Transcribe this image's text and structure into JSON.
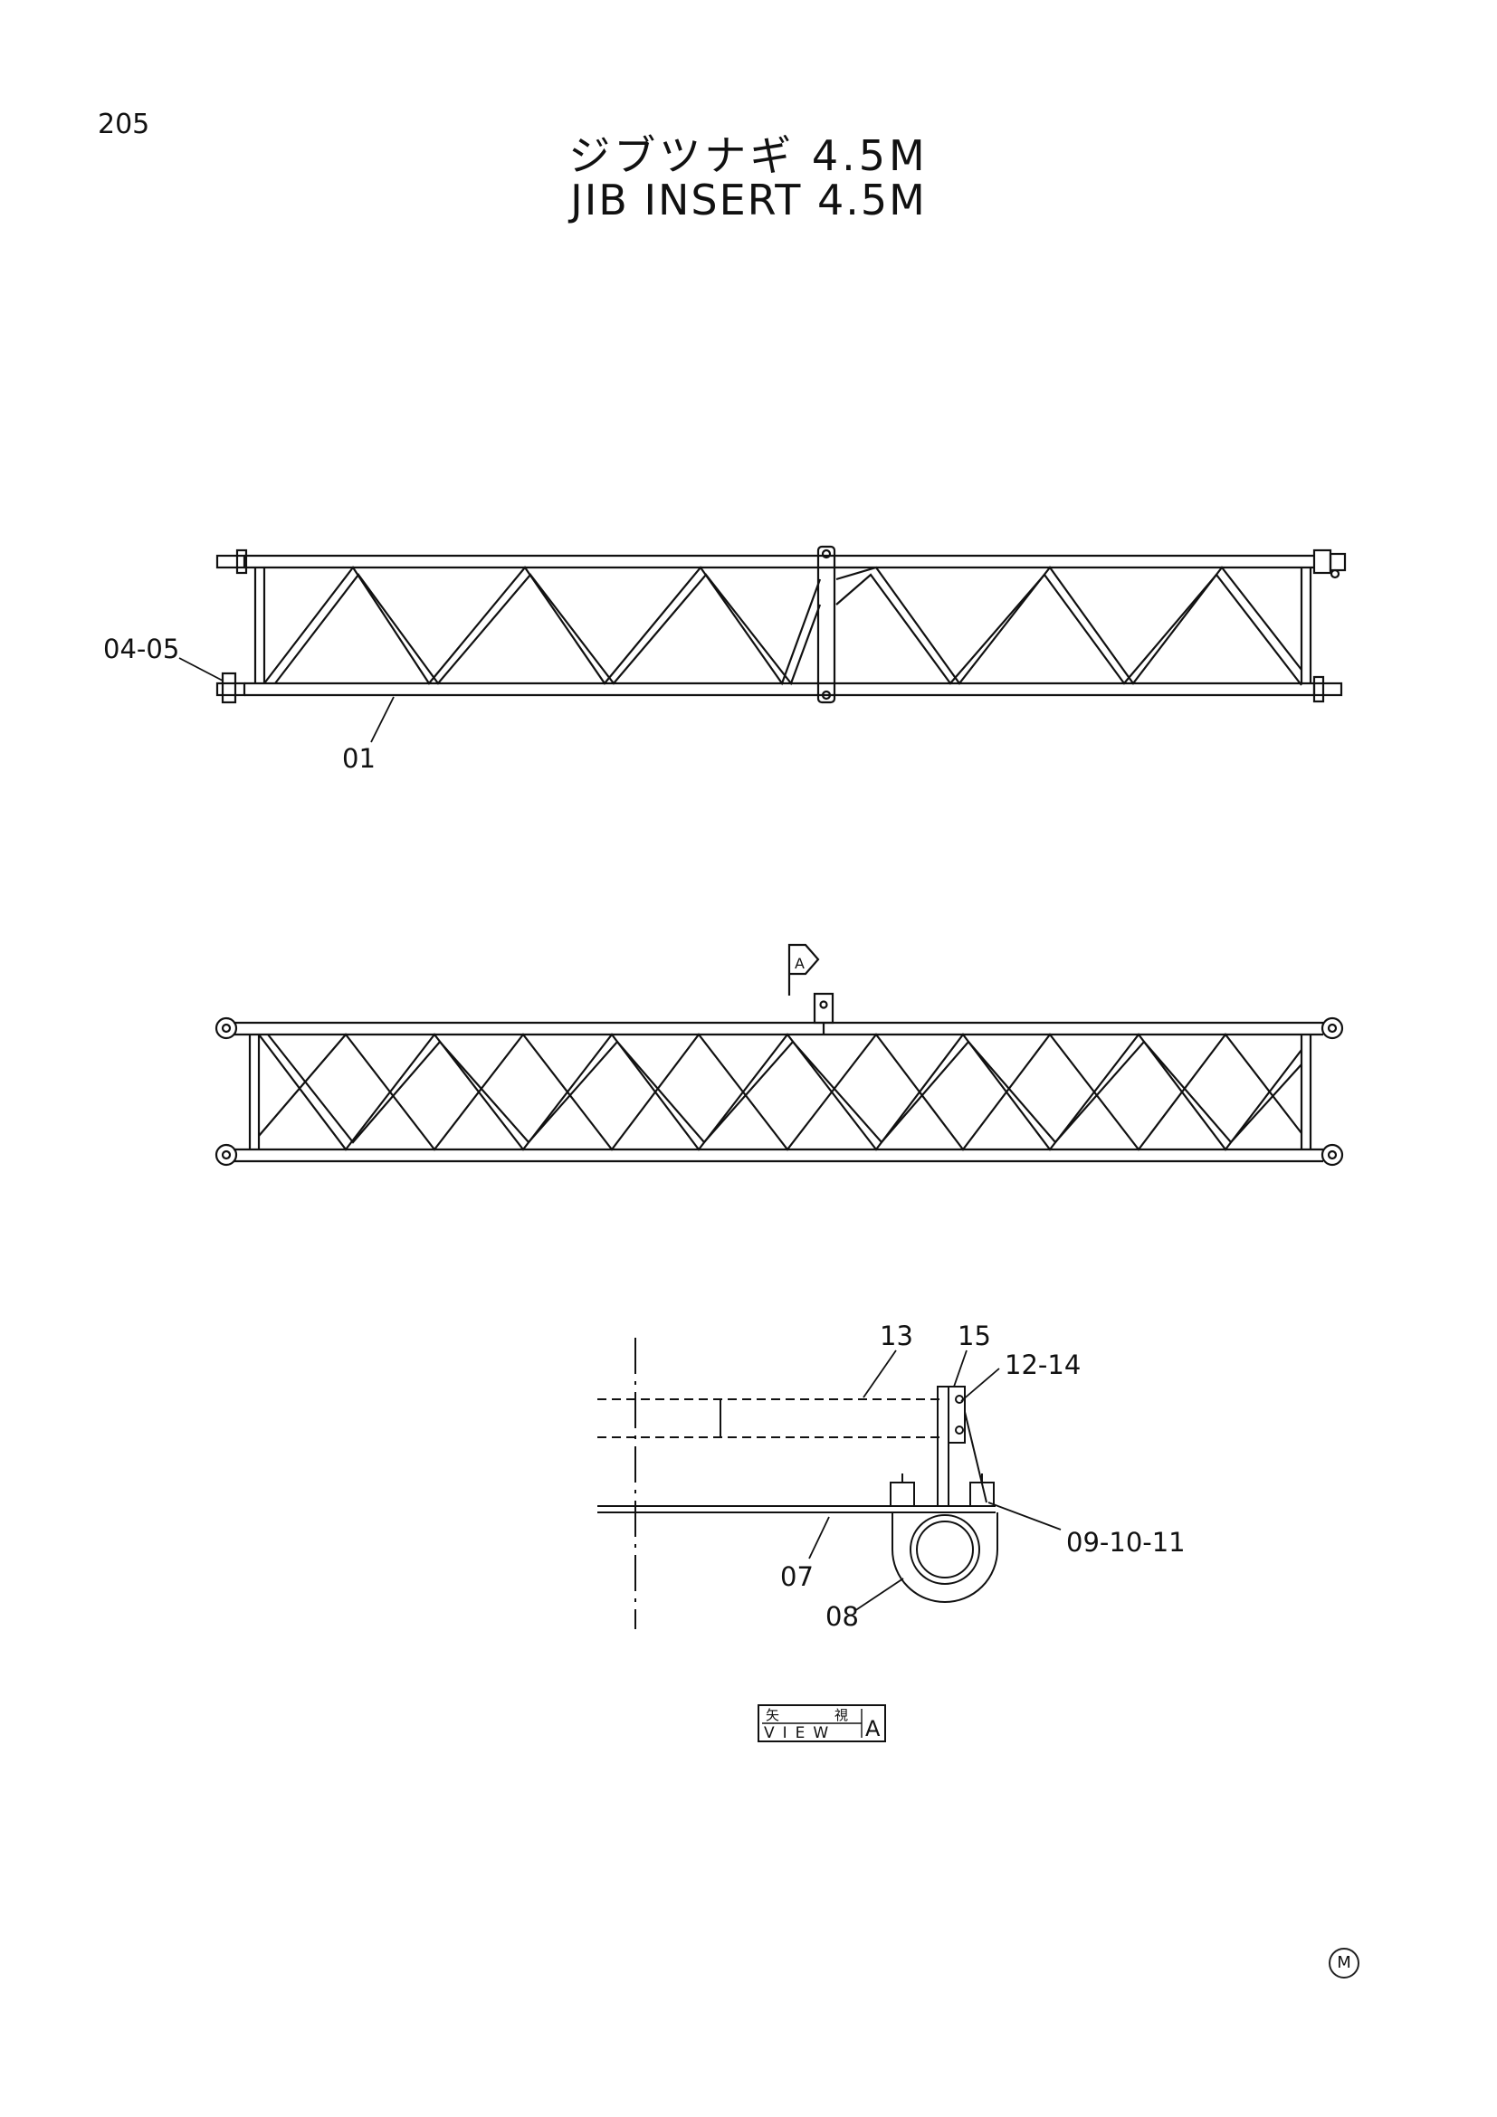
{
  "page": {
    "number": "205"
  },
  "title": {
    "japanese": "ジブツナギ 4.5M",
    "english": "JIB INSERT 4.5M"
  },
  "labels": {
    "part_04_05": "04-05",
    "part_01": "01",
    "part_13": "13",
    "part_15": "15",
    "part_12_14": "12-14",
    "part_09_10_11": "09-10-11",
    "part_07": "07",
    "part_08": "08"
  },
  "view_marker": {
    "letter": "A"
  },
  "view_label": {
    "japanese_left": "矢",
    "japanese_right": "視",
    "english": "VIEW",
    "letter": "A"
  },
  "corner_mark": "M"
}
